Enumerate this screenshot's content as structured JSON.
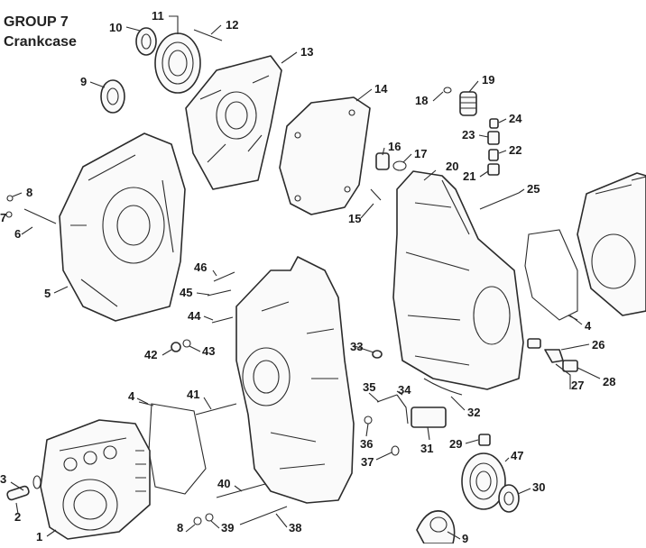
{
  "header": {
    "title": "GROUP 7",
    "subtitle": "Crankcase"
  },
  "callouts": {
    "c1": "1",
    "c2": "2",
    "c3": "3",
    "c4a": "4",
    "c4b": "4",
    "c4c": "4",
    "c5": "5",
    "c6": "6",
    "c7": "7",
    "c8a": "8",
    "c8b": "8",
    "c9a": "9",
    "c9b": "9",
    "c10": "10",
    "c11": "11",
    "c12": "12",
    "c13": "13",
    "c14": "14",
    "c15": "15",
    "c16": "16",
    "c17": "17",
    "c18": "18",
    "c19": "19",
    "c20": "20",
    "c21": "21",
    "c22": "22",
    "c23": "23",
    "c24": "24",
    "c25": "25",
    "c26": "26",
    "c27": "27",
    "c28": "28",
    "c29": "29",
    "c30": "30",
    "c31": "31",
    "c32": "32",
    "c33": "33",
    "c34": "34",
    "c35": "35",
    "c36": "36",
    "c37": "37",
    "c38": "38",
    "c39": "39",
    "c40": "40",
    "c41": "41",
    "c42": "42",
    "c43": "43",
    "c44": "44",
    "c45": "45",
    "c46": "46",
    "c47": "47"
  }
}
